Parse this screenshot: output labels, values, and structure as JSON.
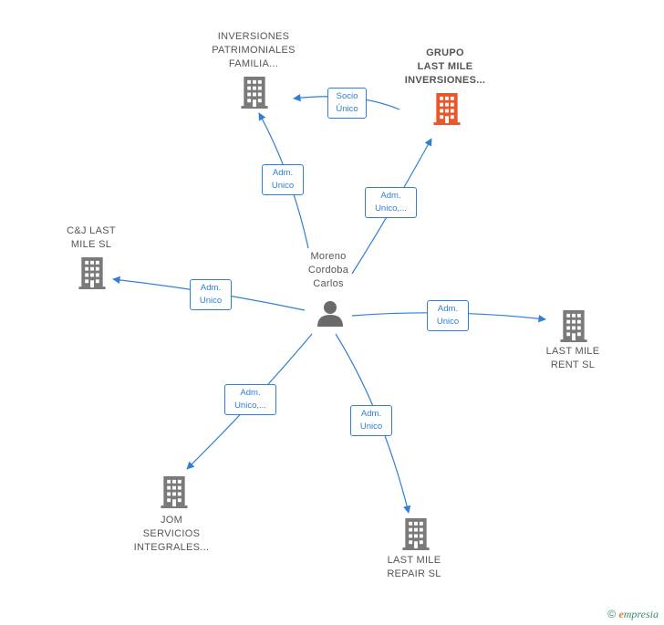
{
  "colors": {
    "edge": "#2f7fd4",
    "company_icon": "#7a7a7a",
    "main_company_icon": "#e8572a",
    "person_icon": "#6a6a6a"
  },
  "center": {
    "name": "Moreno\nCordoba\nCarlos",
    "icon": "person-icon"
  },
  "companies": [
    {
      "id": "inversiones",
      "name": "INVERSIONES\nPATRIMONIALES\nFAMILIA...",
      "icon": "building-icon"
    },
    {
      "id": "grupo",
      "name": "GRUPO\nLAST MILE\nINVERSIONES...",
      "icon": "building-icon",
      "main": true
    },
    {
      "id": "cj",
      "name": "C&J LAST\nMILE  SL",
      "icon": "building-icon"
    },
    {
      "id": "rent",
      "name": "LAST MILE\nRENT  SL",
      "icon": "building-icon"
    },
    {
      "id": "jom",
      "name": "JOM\nSERVICIOS\nINTEGRALES...",
      "icon": "building-icon"
    },
    {
      "id": "repair",
      "name": "LAST MILE\nREPAIR  SL",
      "icon": "building-icon"
    }
  ],
  "edges": [
    {
      "id": "e-inversiones",
      "line1": "Adm.",
      "line2": "Unico"
    },
    {
      "id": "e-grupo",
      "line1": "Adm.",
      "line2": "Unico,..."
    },
    {
      "id": "e-socio",
      "line1": "Socio",
      "line2": "Único"
    },
    {
      "id": "e-cj",
      "line1": "Adm.",
      "line2": "Unico"
    },
    {
      "id": "e-rent",
      "line1": "Adm.",
      "line2": "Unico"
    },
    {
      "id": "e-jom",
      "line1": "Adm.",
      "line2": "Unico,..."
    },
    {
      "id": "e-repair",
      "line1": "Adm.",
      "line2": "Unico"
    }
  ],
  "footer": {
    "symbol": "©",
    "brand_first": "e",
    "brand_rest": "mpresia"
  }
}
